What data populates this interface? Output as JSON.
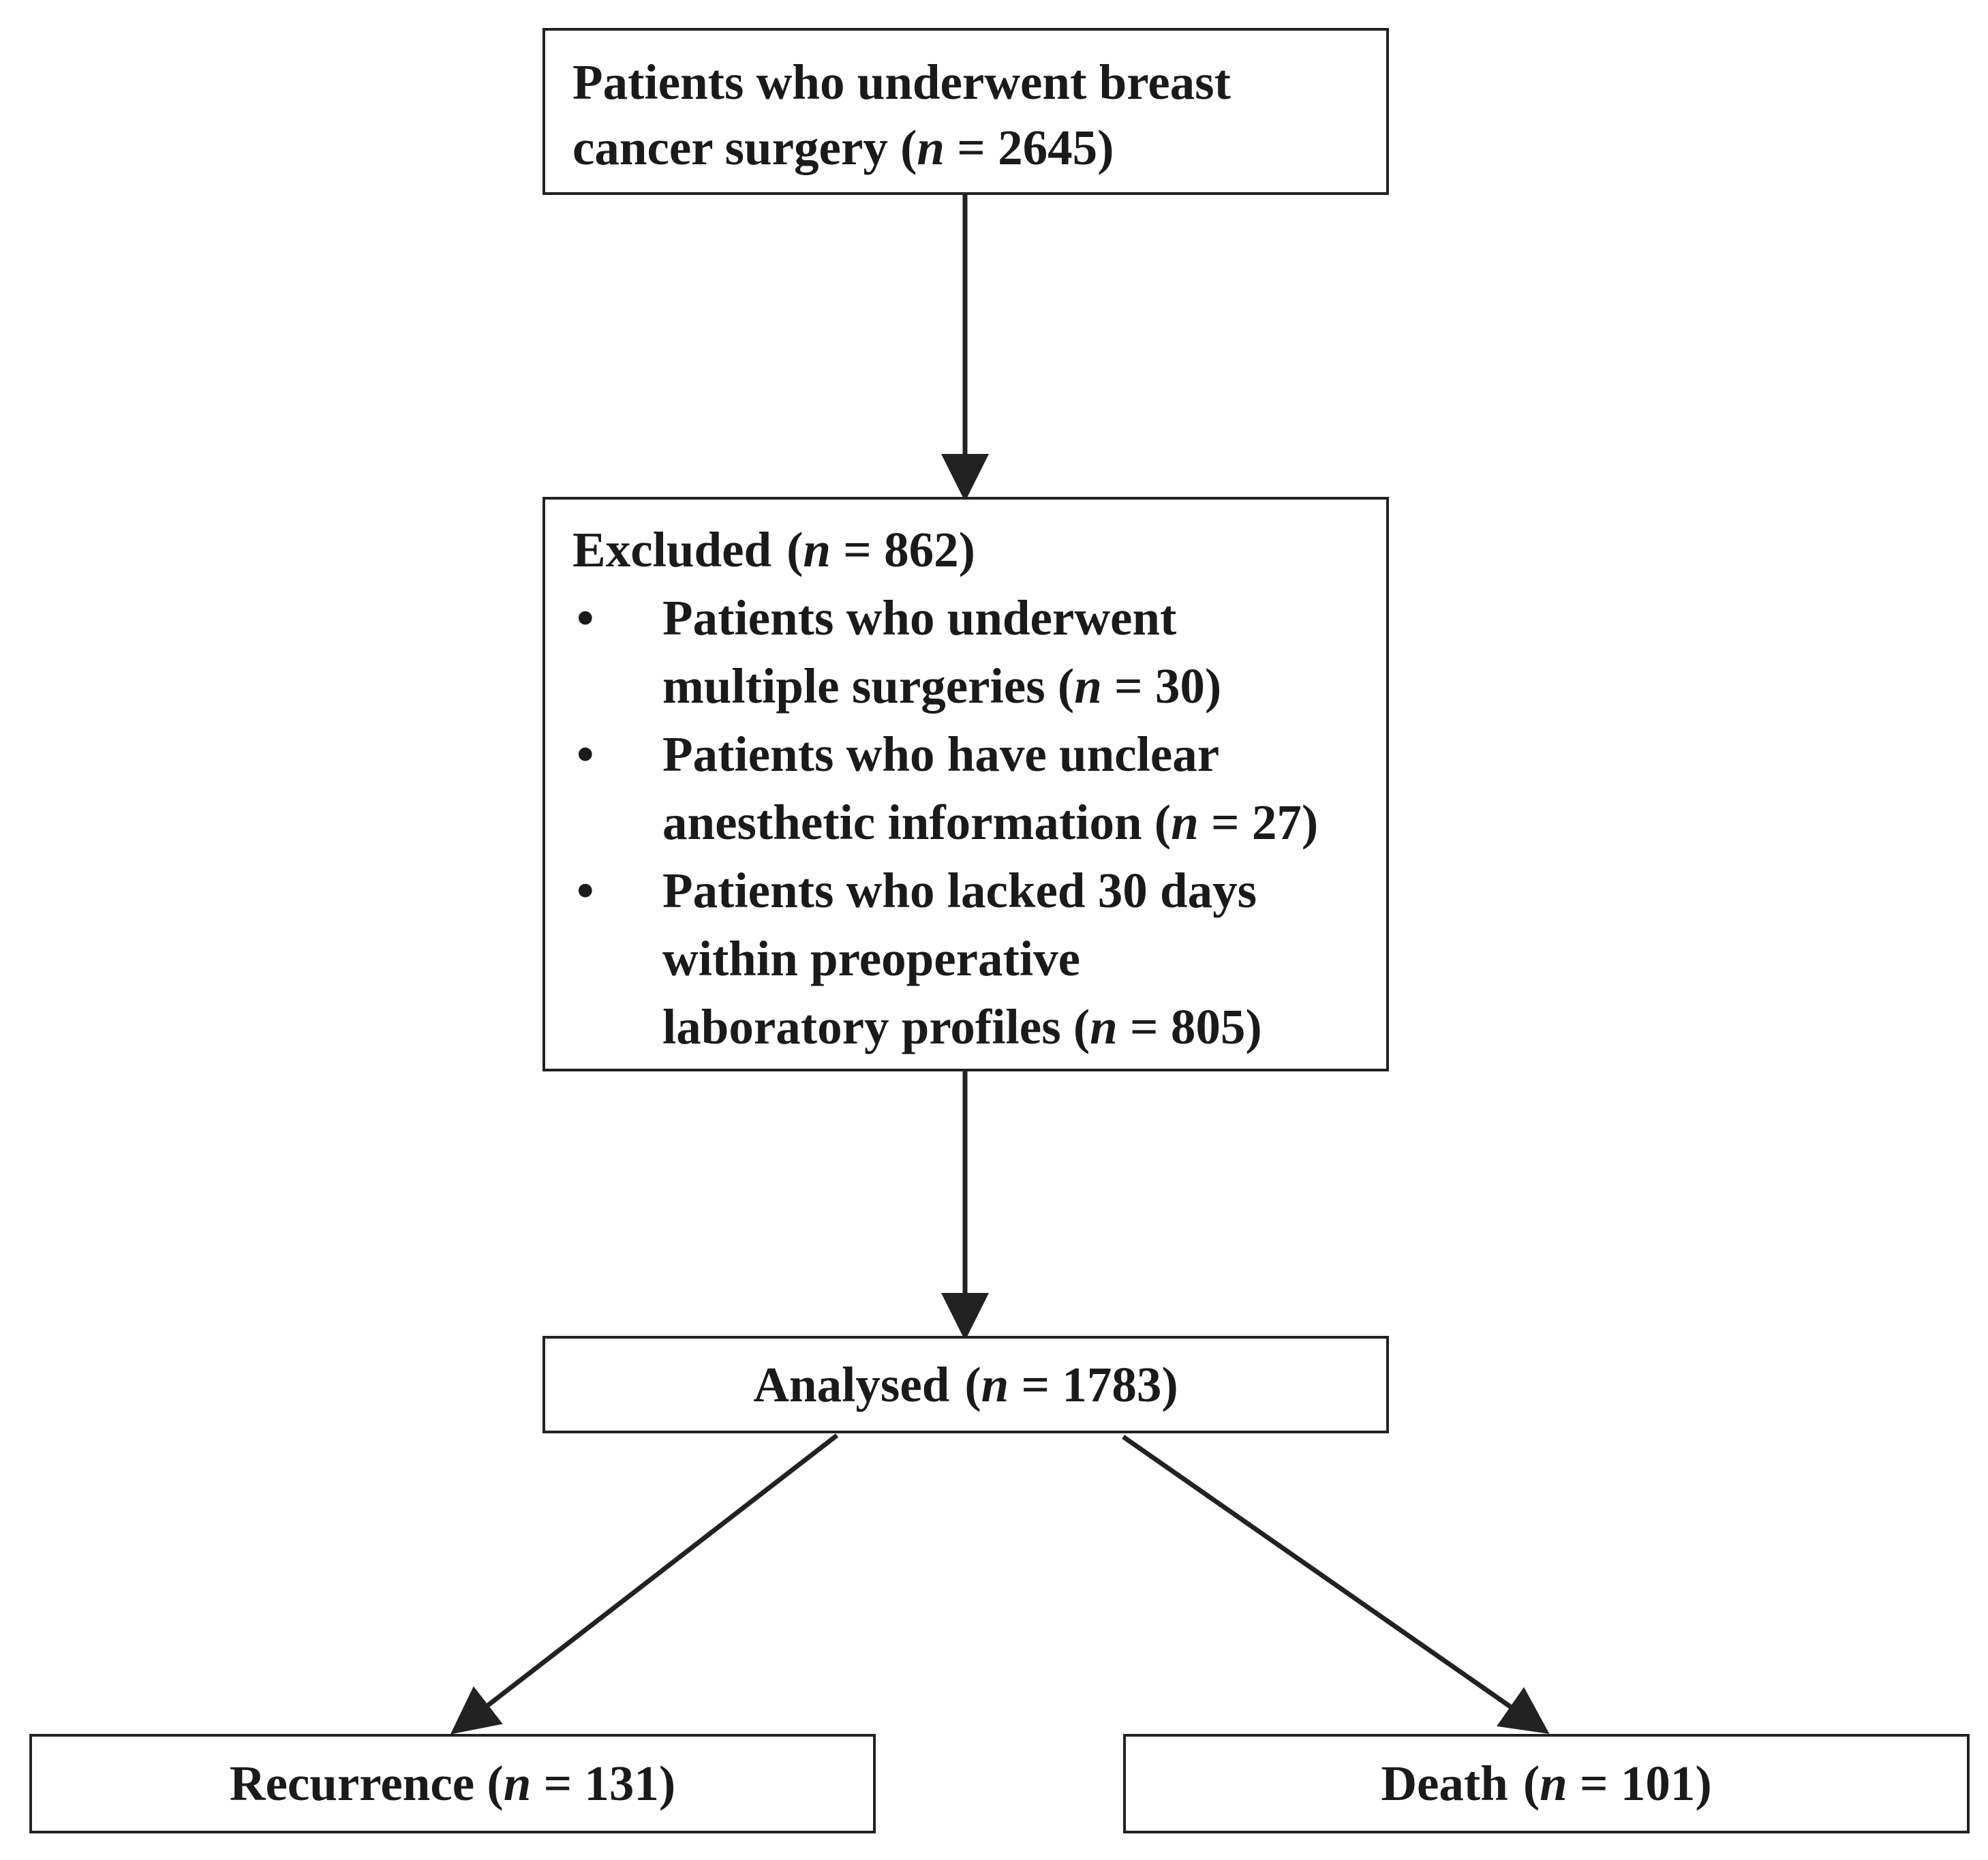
{
  "top_box": {
    "line1": "Patients who underwent breast",
    "line2_text": "cancer surgery (",
    "n_symbol": "n",
    "line2_value": " = 2645)"
  },
  "excluded_box": {
    "heading_text": "Excluded",
    "heading_open": "(",
    "n_symbol": "n",
    "heading_value": " = 862)",
    "bullet_glyph": "•",
    "items": [
      {
        "line1": "Patients who underwent",
        "line2_text": "multiple  surgeries (",
        "line2_value": " = 30)"
      },
      {
        "line1": "Patients who have unclear",
        "line2_text": "anesthetic information (",
        "line2_value": " = 27)"
      },
      {
        "line1": "Patients who lacked 30 days",
        "line2": "within preoperative",
        "line3_text": "laboratory profiles (",
        "line3_value": " = 805)"
      }
    ]
  },
  "analysed_box": {
    "label": "Analysed",
    "open": "(",
    "n_symbol": "n",
    "value": " = 1783)"
  },
  "recurrence_box": {
    "label": "Recurrence (",
    "n_symbol": "n",
    "value": " = 131)"
  },
  "death_box": {
    "label": "Death",
    "open": "(",
    "n_symbol": "n",
    "value": " = 101)"
  },
  "colors": {
    "stroke": "#222222",
    "text": "#1a1a1a"
  }
}
